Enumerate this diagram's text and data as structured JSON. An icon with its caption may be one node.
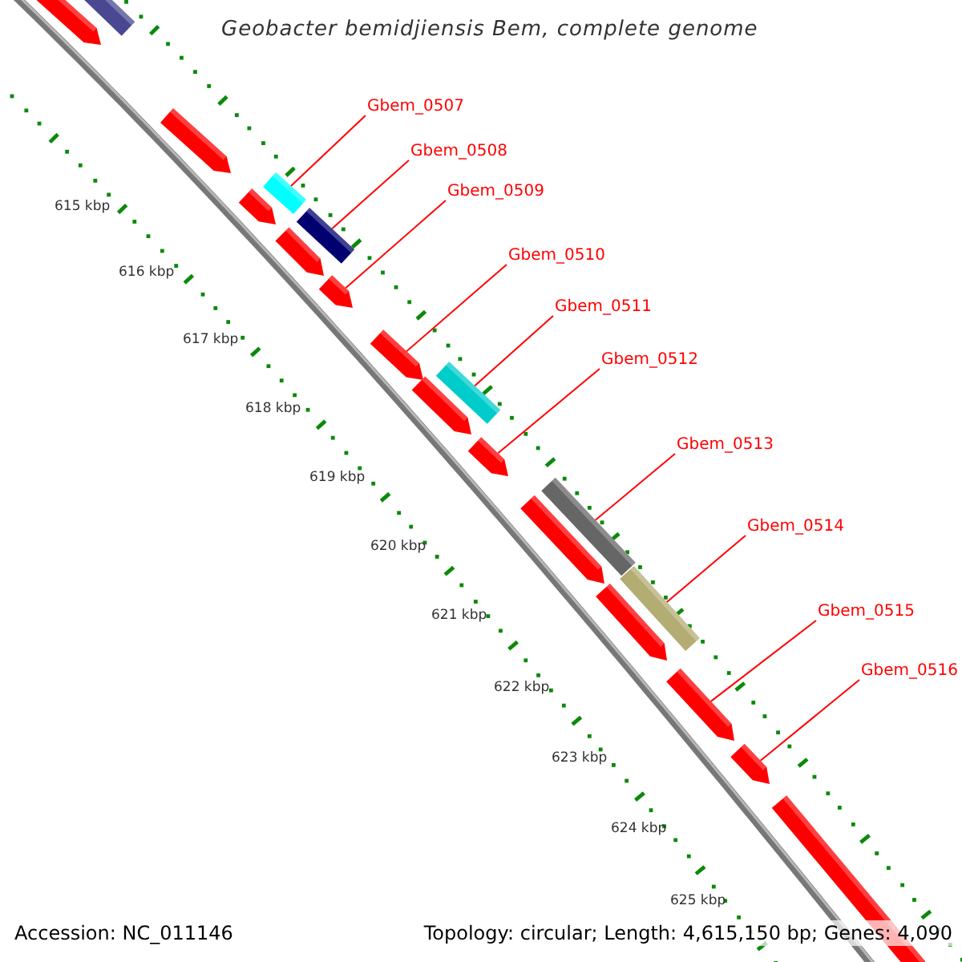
{
  "diagram": {
    "title": "Geobacter bemidjiensis Bem, complete genome",
    "nodes": [
      {
        "text": [
          "Gbem_0507"
        ]
      },
      {
        "text": [
          "Gbem_0508"
        ]
      },
      {
        "text": [
          "Gbem_0509"
        ]
      },
      {
        "text": [
          "Gbem_0510"
        ]
      },
      {
        "text": [
          "Gbem_0511"
        ]
      },
      {
        "text": [
          "Gbem_0512"
        ]
      },
      {
        "text": [
          "Gbem_0513"
        ]
      },
      {
        "text": [
          "Gbem_0514"
        ]
      },
      {
        "text": [
          "Gbem_0515"
        ]
      },
      {
        "text": [
          "Gbem_0516"
        ]
      },
      {
        "text": [],
        "shape": "bar"
      },
      {
        "text": [],
        "shape": "bar"
      },
      {
        "text": [],
        "shape": "bar"
      },
      {
        "text": [],
        "shape": "bar"
      },
      {
        "text": [],
        "shape": "bar"
      },
      {
        "text": [],
        "shape": "bar"
      },
      {
        "text": [],
        "shape": "bar"
      },
      {
        "text": [],
        "shape": "bar"
      },
      {
        "text": [],
        "shape": "bar"
      },
      {
        "text": [],
        "shape": "bar"
      },
      {
        "text": [],
        "shape": "bar"
      },
      {
        "text": [],
        "shape": "bar"
      },
      {
        "text": [],
        "shape": "bar"
      },
      {
        "text": [],
        "shape": "bar"
      },
      {
        "text": [],
        "shape": "bar"
      },
      {
        "text": [],
        "shape": "bar"
      },
      {
        "text": [],
        "shape": "bar"
      },
      {
        "text": [],
        "shape": "bar"
      },
      {
        "text": [],
        "shape": "bar"
      }
    ],
    "edges": [
      {
        "from": 0,
        "to": 13,
        "arrow": "none"
      },
      {
        "from": 1,
        "to": 15,
        "arrow": "none"
      },
      {
        "from": 2,
        "to": 17,
        "arrow": "none"
      },
      {
        "from": 3,
        "to": 18,
        "arrow": "none"
      },
      {
        "from": 4,
        "to": 19,
        "arrow": "none"
      },
      {
        "from": 5,
        "to": 21,
        "arrow": "none"
      },
      {
        "from": 6,
        "to": 22,
        "arrow": "none"
      },
      {
        "from": 7,
        "to": 24,
        "arrow": "none"
      },
      {
        "from": 8,
        "to": 26,
        "arrow": "none"
      },
      {
        "from": 9,
        "to": 27,
        "arrow": "none"
      }
    ],
    "labels": [
      "615 kbp",
      "616 kbp",
      "617 kbp",
      "618 kbp",
      "619 kbp",
      "620 kbp",
      "621 kbp",
      "622 kbp",
      "623 kbp",
      "624 kbp",
      "625 kbp",
      "Accession: NC_011146",
      "Topology: circular; Length: 4,615,150 bp; Genes: 4,090"
    ]
  }
}
